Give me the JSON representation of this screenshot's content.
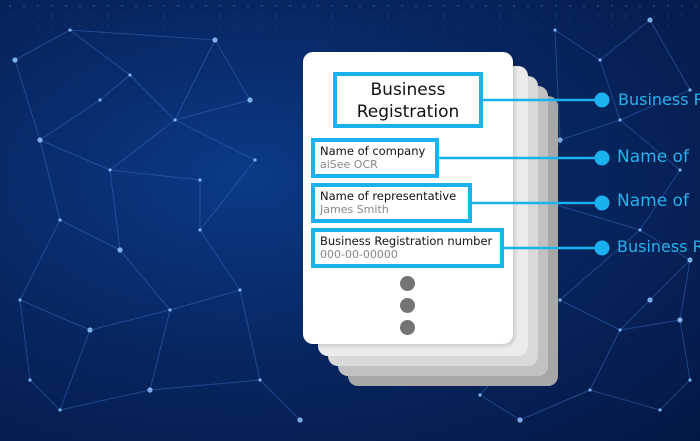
{
  "document": {
    "title_line1": "Business",
    "title_line2": "Registration",
    "fields": [
      {
        "label": "Name of company",
        "value": "aiSee OCR"
      },
      {
        "label": "Name of representative",
        "value": "James Smith"
      },
      {
        "label": "Business Registration number",
        "value": "000-00-00000"
      }
    ],
    "more_icon": "vertical-ellipsis-icon"
  },
  "outputs": [
    {
      "label": "Business R"
    },
    {
      "label": "Name of"
    },
    {
      "label": "Name of"
    },
    {
      "label": "Business R"
    }
  ],
  "colors": {
    "accent": "#1ab2ee",
    "background": "#072763",
    "dots": "#747474"
  }
}
